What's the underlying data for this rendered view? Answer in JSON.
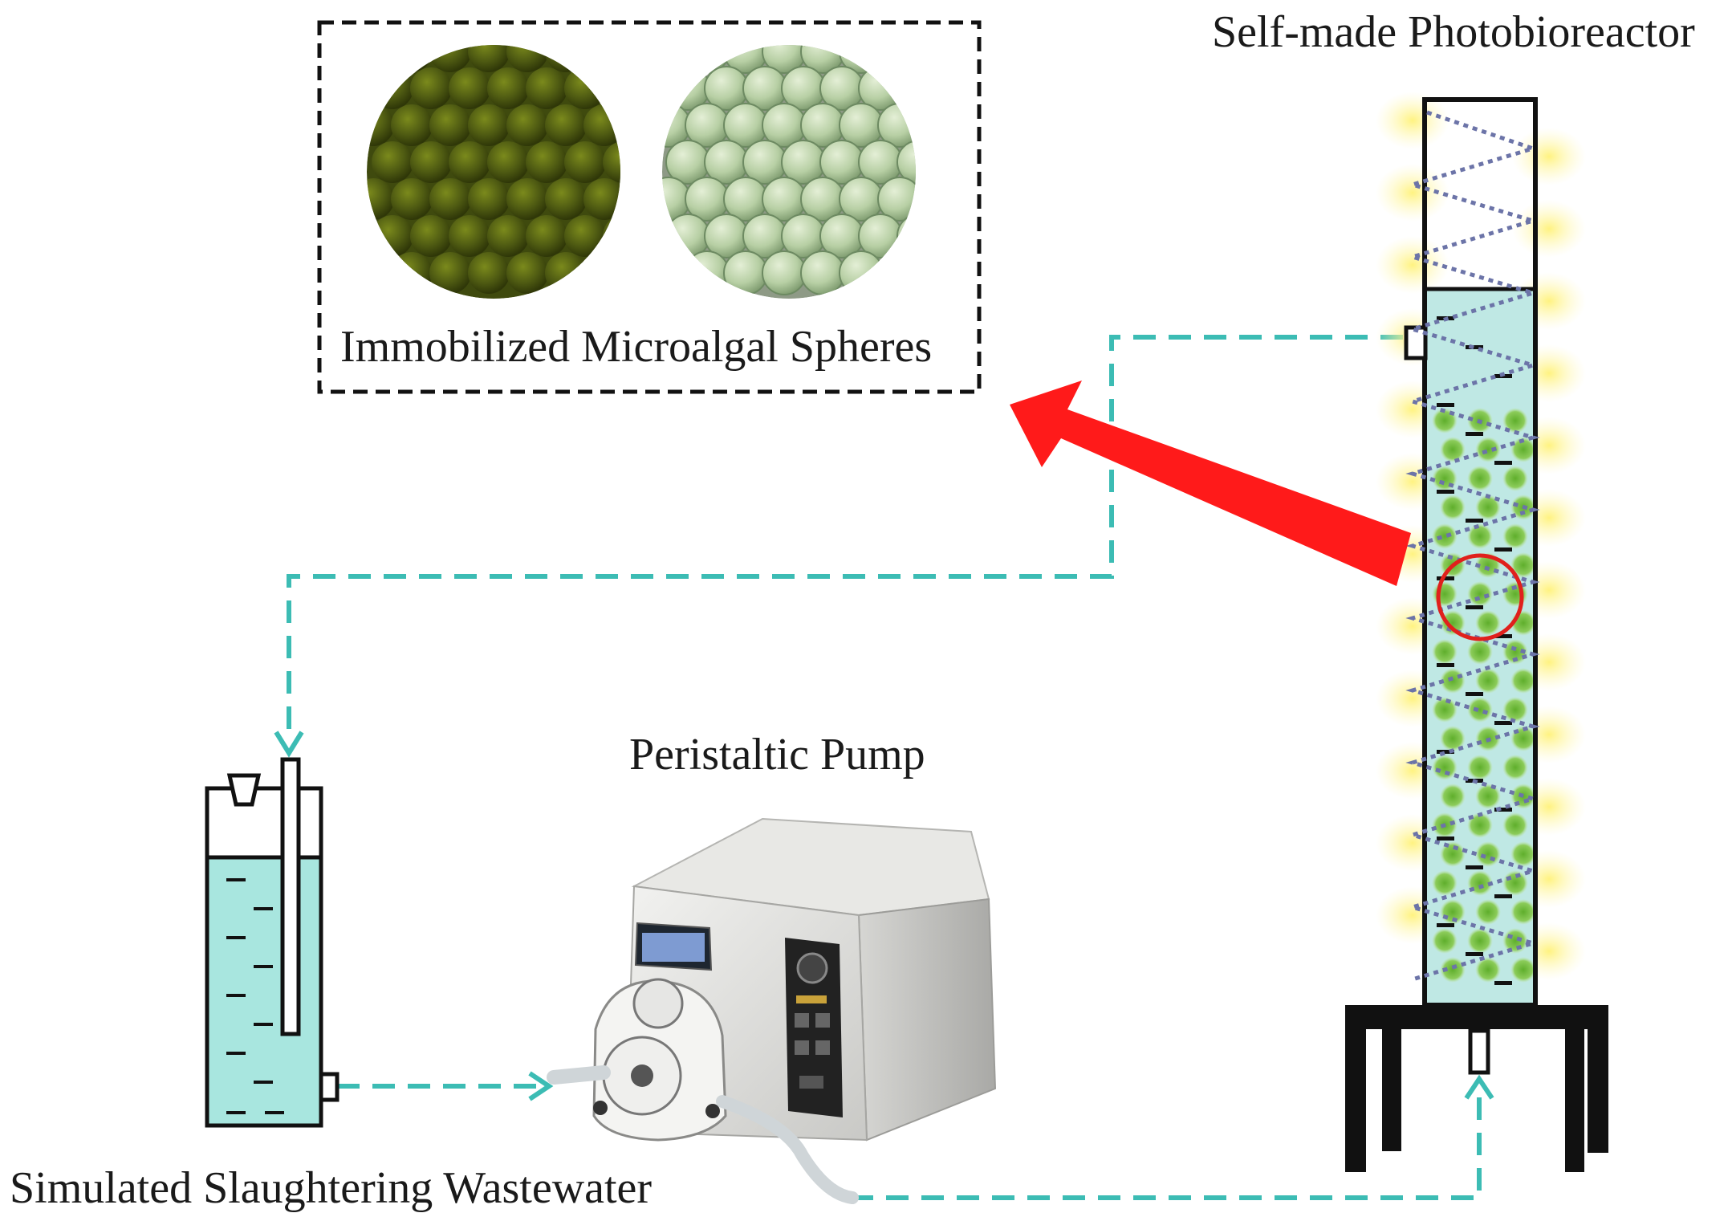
{
  "labels": {
    "photobioreactor": "Self-made Photobioreactor",
    "spheres": "Immobilized Microalgal Spheres",
    "pump": "Peristaltic Pump",
    "wastewater": "Simulated Slaughtering Wastewater"
  },
  "colors": {
    "flow_line": "#3cbcb4",
    "highlight_arrow": "#ff1a1a",
    "highlight_circle": "#e0201c",
    "bead_green": "#6ab43c",
    "reactor_liquid": "#bfe8e4",
    "tank_liquid": "#a8e6df",
    "light_glow": "#fff27a",
    "coil": "#6c74a8"
  },
  "icons": {
    "pump": "peristaltic-pump-device",
    "dark_beads": "dark-green-bead-photo",
    "light_beads": "pale-green-bead-photo"
  }
}
